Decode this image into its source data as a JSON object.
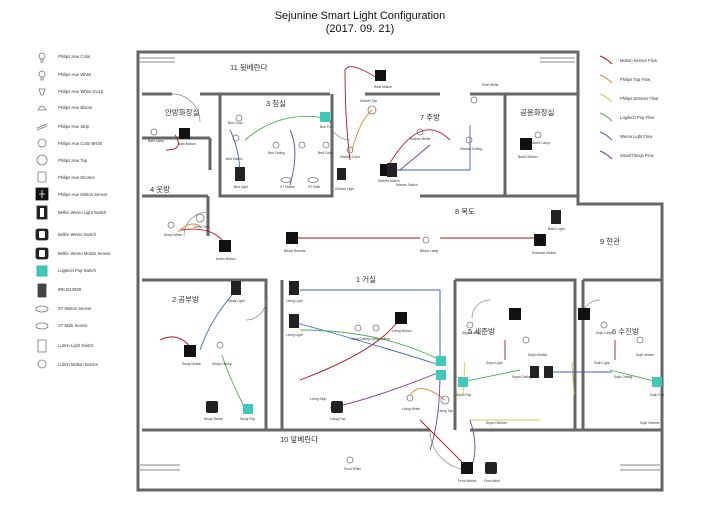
{
  "title": "Sejunine Smart Light Configuration",
  "subtitle": "(2017. 09. 21)",
  "left_legend": [
    {
      "label": "Philips Hue Color",
      "icon": "bulb-icon"
    },
    {
      "label": "Philips Hue White",
      "icon": "bulb-icon"
    },
    {
      "label": "Philips Hue White GU10",
      "icon": "spot-icon"
    },
    {
      "label": "Philips Hue Bloom",
      "icon": "bloom-icon"
    },
    {
      "label": "Philips Hue Strip",
      "icon": "strip-icon"
    },
    {
      "label": "Philips Hue Color BR30",
      "icon": "br30-icon"
    },
    {
      "label": "Philips Hue Tap",
      "icon": "tap-icon"
    },
    {
      "label": "Philips Hue Dimmer",
      "icon": "dimmer-icon"
    },
    {
      "label": "Philips Hue Motion Sensor",
      "icon": "motion-sensor-icon"
    },
    {
      "label": "Belkin Wemo Light Switch",
      "icon": "light-switch-icon"
    },
    {
      "label": "Belkin Wemo Switch",
      "icon": "wemo-switch-icon"
    },
    {
      "label": "Belkin Wemo Motion Sensor",
      "icon": "wemo-motion-icon"
    },
    {
      "label": "Logitech Pop Switch",
      "icon": "pop-switch-icon"
    },
    {
      "label": "IRK-B4302B",
      "icon": "ir-icon"
    },
    {
      "label": "ST Motion Sensor",
      "icon": "st-motion-icon"
    },
    {
      "label": "ST Multi Sensor",
      "icon": "st-multi-icon"
    },
    {
      "label": "Lutron Light Switch",
      "icon": "lutron-icon"
    },
    {
      "label": "Lutron Motion Sensor",
      "icon": "lutron-motion-icon"
    }
  ],
  "flow_legend": [
    {
      "label": "Motion Sensor Flow",
      "color": "#b5121b"
    },
    {
      "label": "Philips Tap Flow",
      "color": "#e38b2d"
    },
    {
      "label": "Philips Dimmer Flow",
      "color": "#d9c74a"
    },
    {
      "label": "Logitech Pop Flow",
      "color": "#4bb04f"
    },
    {
      "label": "Wemo Light Flow",
      "color": "#3a66c4"
    },
    {
      "label": "SmartThings Flow",
      "color": "#7a3aa8"
    }
  ],
  "rooms": [
    {
      "label": "11 뒷베란다"
    },
    {
      "label": "안방화장실"
    },
    {
      "label": "3 침실"
    },
    {
      "label": "7 주방"
    },
    {
      "label": "공용화장실"
    },
    {
      "label": "4 옷방"
    },
    {
      "label": "8 복도"
    },
    {
      "label": "9 현관"
    },
    {
      "label": "1 거실"
    },
    {
      "label": "2 공부방"
    },
    {
      "label": "5 세준방"
    },
    {
      "label": "6 수진방"
    },
    {
      "label": "10 앞베란다"
    }
  ],
  "devices": [
    {
      "label": "Rear Motion"
    },
    {
      "label": "Rear White"
    },
    {
      "label": "Bath Lamp"
    },
    {
      "label": "Bath Motion"
    },
    {
      "label": "Bed Color"
    },
    {
      "label": "Bed Pop"
    },
    {
      "label": "Bed Switch"
    },
    {
      "label": "Bed Light"
    },
    {
      "label": "Bed Ceiling"
    },
    {
      "label": "Bed Color"
    },
    {
      "label": "ST Motion"
    },
    {
      "label": "ST Multi"
    },
    {
      "label": "Kitchen White"
    },
    {
      "label": "Kitchen Color"
    },
    {
      "label": "Kitchen Ceiling"
    },
    {
      "label": "Kitchen Motion"
    },
    {
      "label": "Kitchen Tap"
    },
    {
      "label": "Kitchen Light"
    },
    {
      "label": "Kitchen Switch"
    },
    {
      "label": "Bath2 Lamp"
    },
    {
      "label": "Bath2 Motion"
    },
    {
      "label": "Bath2 Light"
    },
    {
      "label": "Dress White"
    },
    {
      "label": "Dress Tap"
    },
    {
      "label": "Dress Motion"
    },
    {
      "label": "Blinds Remote"
    },
    {
      "label": "Blinds Lamp"
    },
    {
      "label": "Entrance Motion"
    },
    {
      "label": "Study Light"
    },
    {
      "label": "Study Motion"
    },
    {
      "label": "Study Ceiling"
    },
    {
      "label": "Study Switch"
    },
    {
      "label": "Study Pop"
    },
    {
      "label": "Living Light"
    },
    {
      "label": "Living Light"
    },
    {
      "label": "Living Motion"
    },
    {
      "label": "Living Ceiling"
    },
    {
      "label": "Living Ceiling"
    },
    {
      "label": "Living Strip"
    },
    {
      "label": "Living Pop"
    },
    {
      "label": "Living White"
    },
    {
      "label": "Living Tap"
    },
    {
      "label": "Sejun Lamp"
    },
    {
      "label": "Sejun Light"
    },
    {
      "label": "Sejun Motion"
    },
    {
      "label": "Sejun Ceiling"
    },
    {
      "label": "Sejun Dimmer"
    },
    {
      "label": "Sejun Pop"
    },
    {
      "label": "Sujin Lamp"
    },
    {
      "label": "Sujin Light"
    },
    {
      "label": "Sujin Motion"
    },
    {
      "label": "Sujin Ceiling"
    },
    {
      "label": "Sujin Dimmer"
    },
    {
      "label": "Sujin Pop"
    },
    {
      "label": "Front White"
    },
    {
      "label": "Front Motion"
    },
    {
      "label": "Front Multi"
    }
  ]
}
